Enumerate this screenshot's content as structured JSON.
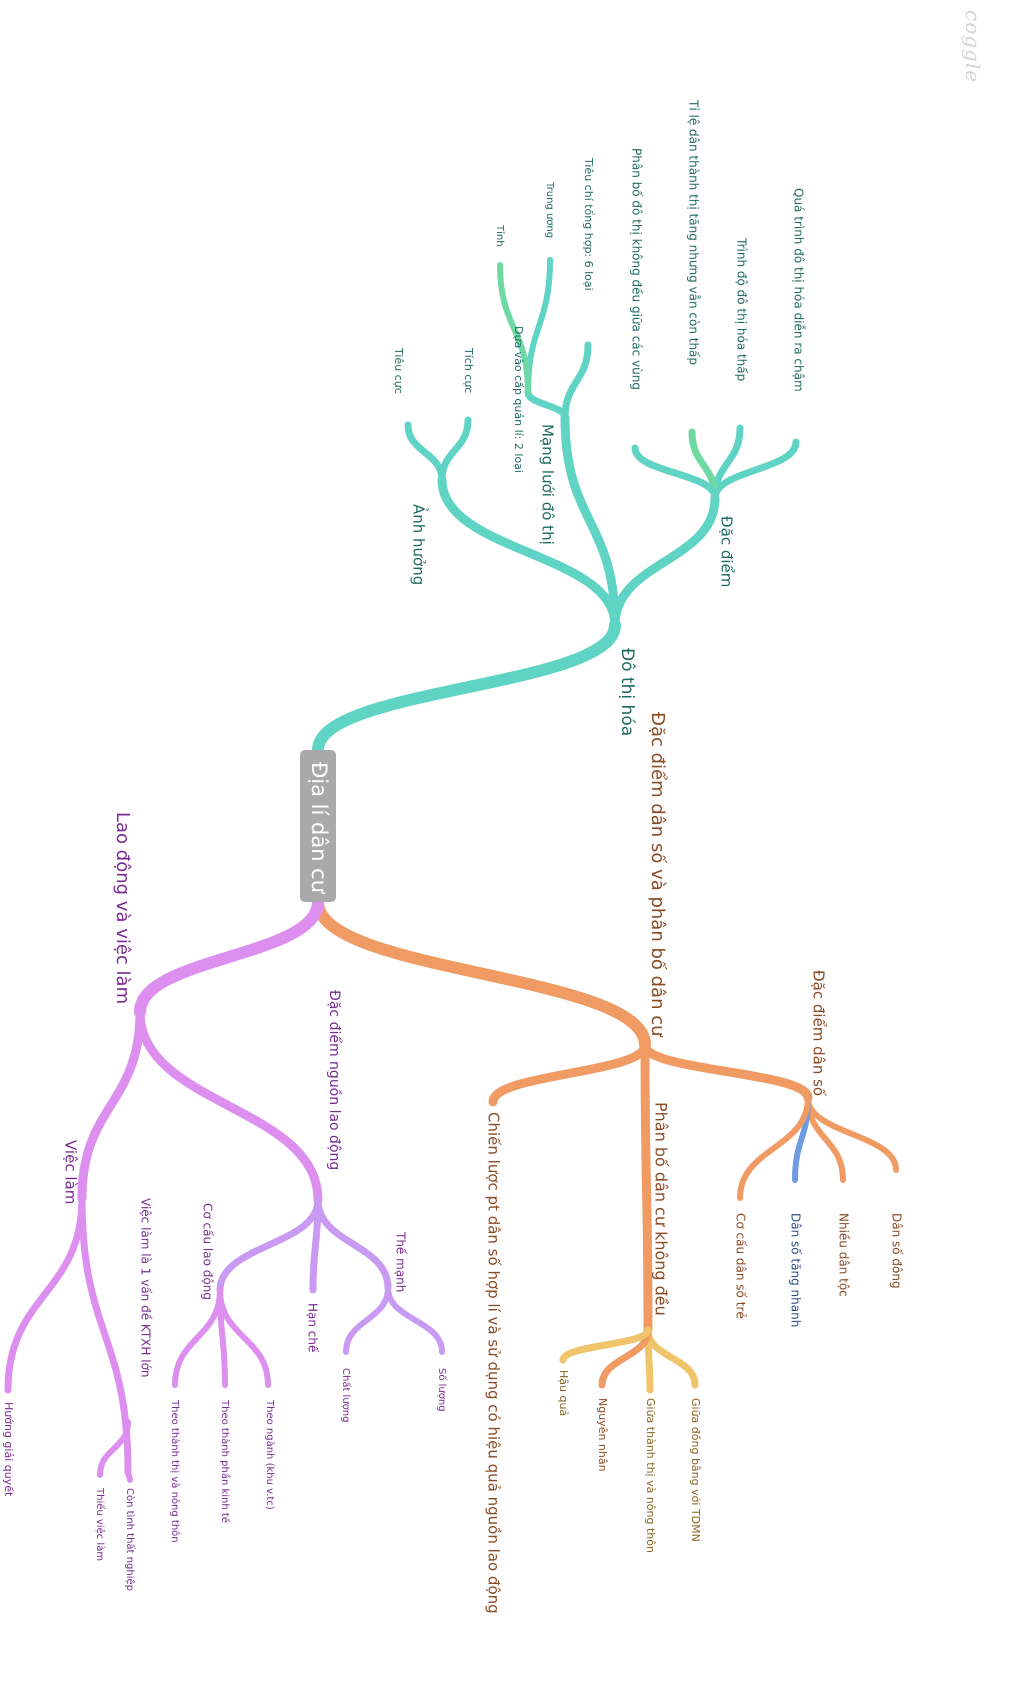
{
  "app": {
    "watermark": "coggle"
  },
  "colors": {
    "root_bg": "#a9a9a9",
    "root_text": "#ffffff",
    "teal": "#5fd3c4",
    "teal_text": "#1f6b61",
    "orange": "#ef9b63",
    "orange_text": "#8a4a22",
    "light_orange": "#f2b15c",
    "yellow": "#efc46a",
    "yellow_text": "#8a6420",
    "blue": "#6f9be0",
    "blue_text": "#2e4f8a",
    "purple": "#dd8ff0",
    "purple_text": "#7a2b93",
    "lavender": "#c99af2",
    "green": "#6fd9a3"
  },
  "mindmap": {
    "root": "Địa lí dân cư",
    "branches": {
      "do_thi_hoa": {
        "label": "Đô thị hóa",
        "dac_diem": {
          "label": "Đặc điểm",
          "items": [
            "Quá trình đô thị hóa diễn ra chậm",
            "Trình độ đô thị hóa thấp",
            "Tỉ lệ dân thành thị tăng nhưng vẫn còn thấp",
            "Phân bố đô thị không đều giữa các vùng"
          ]
        },
        "mang_luoi": {
          "label": "Mạng lưới đô thị",
          "criteria_total": "Tiêu chí tổng hợp: 6 loại",
          "criteria_admin": "Dựa vào cấp quản lí: 2 loại",
          "admin_items": [
            "Trung ương",
            "Tỉnh"
          ]
        },
        "anh_huong": {
          "label": "Ảnh hưởng",
          "items": [
            "Tích cực",
            "Tiêu cực"
          ]
        }
      },
      "dan_so": {
        "label": "Đặc điểm dân số và phân bố dân cư",
        "dac_diem_dan_so": {
          "label": "Đặc điểm dân số",
          "items": [
            "Dân số đông",
            "Nhiều dân tộc",
            "Dân số tăng nhanh",
            "Cơ cấu dân số trẻ"
          ]
        },
        "phan_bo": {
          "label": "Phân bố dân cư không đều",
          "items": [
            "Giữa đồng bằng với TDMN",
            "Giữa thành thị và nông thôn",
            "Nguyên nhân",
            "Hậu quả"
          ]
        },
        "chien_luoc": {
          "label": "Chiến lược pt dân số hợp lí và sử dụng có hiệu quả nguồn lao động"
        }
      },
      "lao_dong": {
        "label": "Lao động và việc làm",
        "nguon_lao_dong": {
          "label": "Đặc điểm nguồn lao động",
          "the_manh": {
            "label": "Thế mạnh",
            "items": [
              "Số lượng",
              "Chất lượng"
            ]
          },
          "han_che": "Hạn chế",
          "co_cau": {
            "label": "Cơ cấu lao động",
            "items": [
              "Theo ngành (khu v.tc)",
              "Theo thành phần kinh tế",
              "Theo thành thị và nông thôn"
            ]
          }
        },
        "viec_lam": {
          "label": "Việc làm",
          "van_de": "Việc làm là 1 vấn đề KTXH lớn",
          "items": [
            "Còn tình thất nghiệp",
            "Thiếu việc làm"
          ],
          "huong": "Hướng giải quyết"
        }
      }
    }
  }
}
